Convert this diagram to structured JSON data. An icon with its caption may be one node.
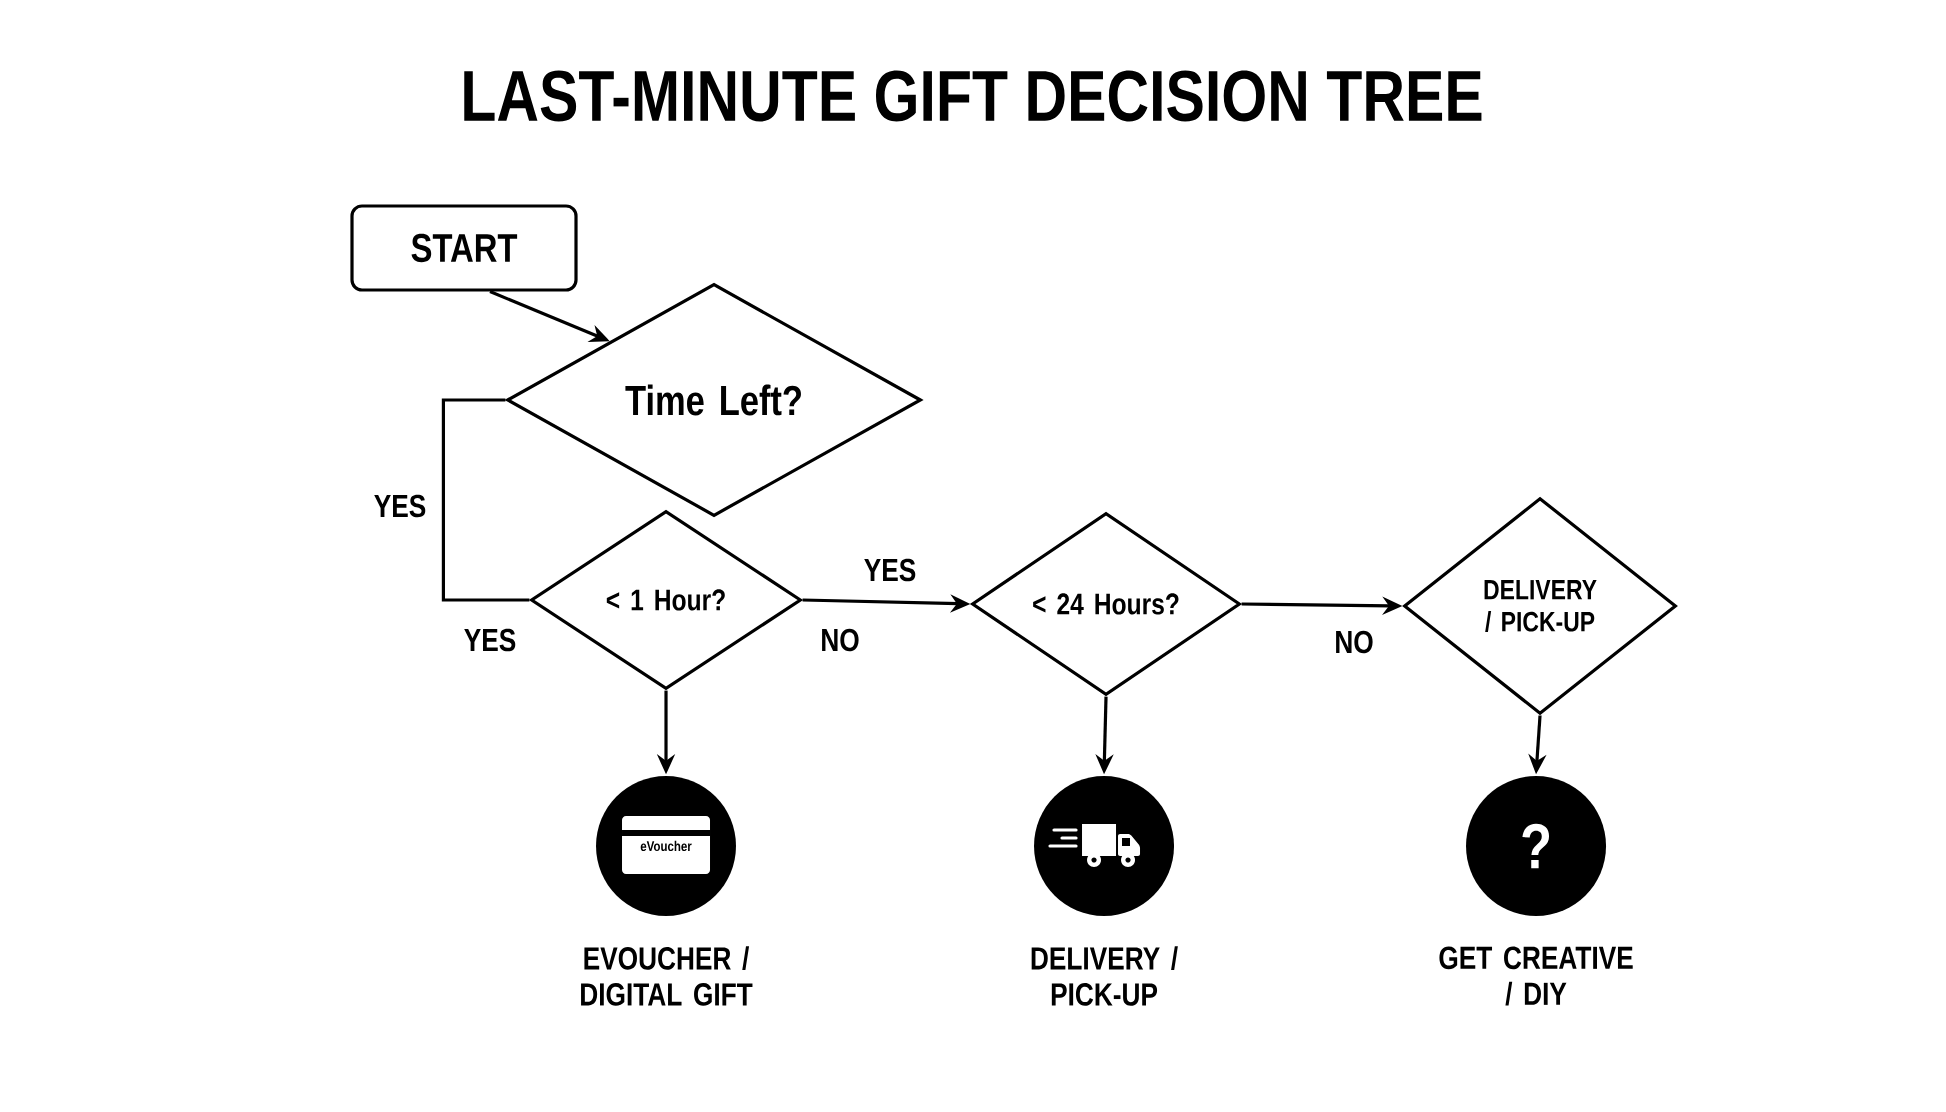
{
  "diagram": {
    "title": "LAST-MINUTE GIFT DECISION TREE",
    "nodes": [
      {
        "text": [
          "START"
        ]
      },
      {
        "text": [
          "Time Left?"
        ]
      },
      {
        "text": [
          "< 1 Hour?"
        ]
      },
      {
        "text": [
          "< 24 Hours?"
        ]
      },
      {
        "text": [
          "DELIVERY / PICK-UP"
        ]
      },
      {
        "text": [
          "eVoucher"
        ],
        "beside": [
          "EVOUCHER / DIGITAL GIFT"
        ]
      },
      {
        "text": [],
        "shape": "circle",
        "beside": [
          "DELIVERY / PICK-UP"
        ]
      },
      {
        "text": [
          "?"
        ],
        "beside": [
          "GET CREATIVE / DIY"
        ]
      }
    ],
    "edges": [
      {
        "from": 0,
        "to": 1,
        "arrow": "to"
      },
      {
        "from": 1,
        "to": 2,
        "arrow": "none",
        "label": "YES"
      },
      {
        "from": 2,
        "to": 3,
        "arrow": "to",
        "label": "YES"
      },
      {
        "from": 3,
        "to": 4,
        "arrow": "to",
        "label": "NO"
      },
      {
        "from": 2,
        "to": 5,
        "arrow": "to"
      },
      {
        "from": 3,
        "to": 6,
        "arrow": "to"
      },
      {
        "from": 4,
        "to": 7,
        "arrow": "to"
      }
    ],
    "labels": [
      "YES",
      "NO"
    ]
  }
}
